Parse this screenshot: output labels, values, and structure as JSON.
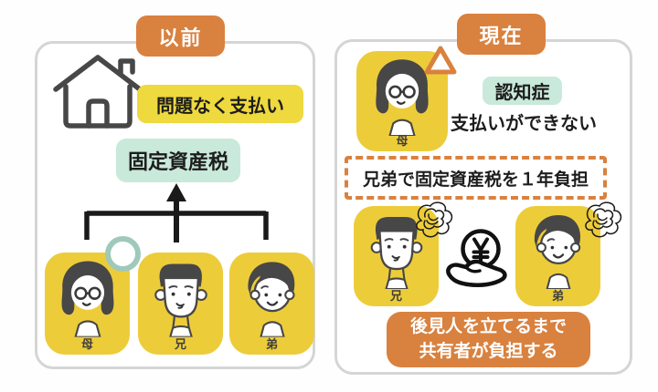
{
  "colors": {
    "accent_orange": "#d9813f",
    "highlight_yellow": "#eed93e",
    "avatar_yellow": "#edcc3a",
    "mint_green": "#c9e9da",
    "teal_ring": "#9fc9ba",
    "line_black": "#1a1a1a",
    "icon_gray": "#474747",
    "panel_border": "#d5d5d5"
  },
  "before_panel": {
    "badge_label": "以前",
    "payment_note": "問題なく支払い",
    "tax_label": "固定資産税",
    "people": [
      {
        "label": "母"
      },
      {
        "label": "兄"
      },
      {
        "label": "弟"
      }
    ]
  },
  "now_panel": {
    "badge_label": "現在",
    "mother_label": "母",
    "condition_badge": "認知症",
    "condition_note": "支払いができない",
    "burden_note": "兄弟で固定資産税を１年負担",
    "people": [
      {
        "label": "兄"
      },
      {
        "label": "弟"
      }
    ],
    "footer_lines": [
      "後見人を立てるまで",
      "共有者が負担する"
    ]
  },
  "icons": {
    "house": "house-icon",
    "up_arrow_connector": "up-arrow-connector",
    "highlight_ring": "highlight-ring-icon",
    "warning_triangle": "warning-triangle-icon",
    "stress_scribble": "stress-scribble-icon",
    "hand_yen": "hand-holding-yen-icon"
  }
}
